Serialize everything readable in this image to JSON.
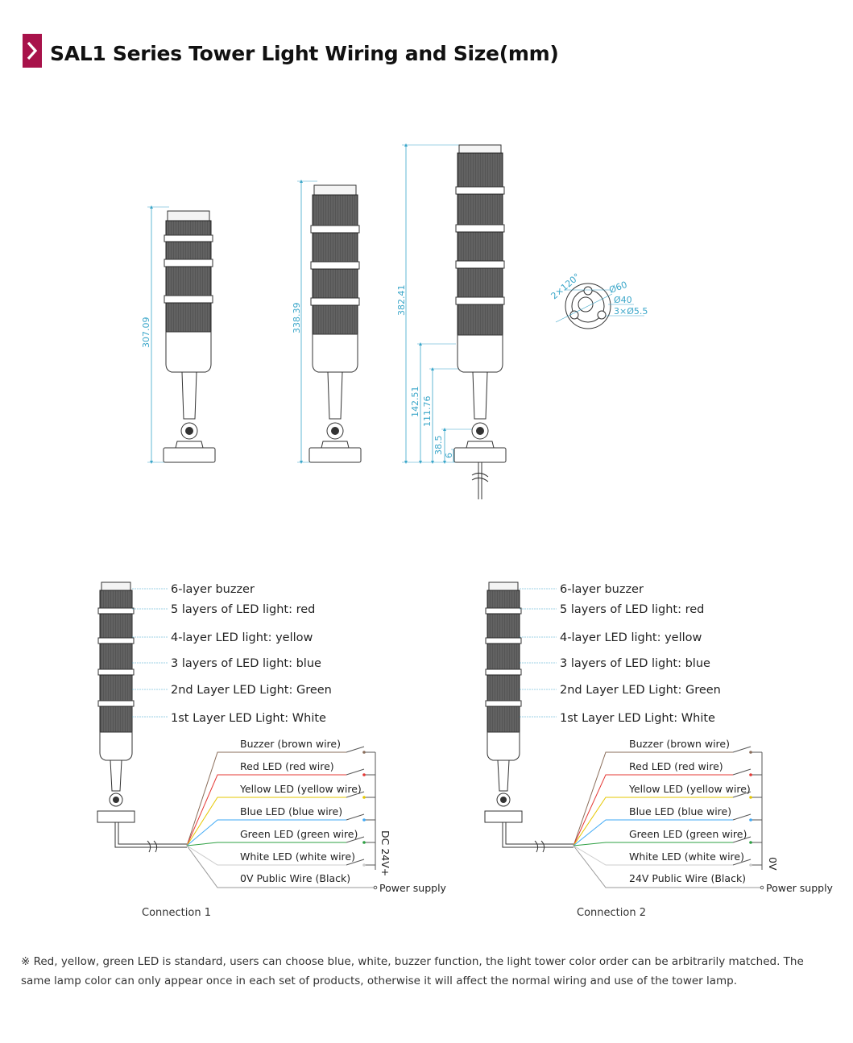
{
  "header": {
    "title": "SAL1 Series Tower Light Wiring and Size(mm)"
  },
  "colors": {
    "accent": "#a8124a",
    "dimension": "#3aa6c9",
    "red": "#e53935",
    "yellow": "#e6c700",
    "blue": "#3fa9f5",
    "green": "#2ea043",
    "brown": "#8a6d5a",
    "white_wire": "#cccccc"
  },
  "dimensions": {
    "tower_small_height": "307.09",
    "tower_mid_height": "338.39",
    "tower_large_height": "382.41",
    "base_dims": [
      "142.51",
      "111.76",
      "38.5",
      "6"
    ],
    "mount_labels": [
      "2×120°",
      "Ø60",
      "Ø40",
      "3×Ø5.5"
    ]
  },
  "diagrams": [
    {
      "caption": "Connection 1",
      "layers": [
        "6-layer buzzer",
        "5 layers of LED light: red",
        "4-layer LED light: yellow",
        "3 layers of LED light: blue",
        "2nd Layer LED Light: Green",
        "1st Layer LED Light: White"
      ],
      "wires": [
        "Buzzer (brown wire)",
        "Red LED (red wire)",
        "Yellow LED (yellow wire)",
        "Blue LED (blue wire)",
        "Green LED (green wire)",
        "White LED (white wire)",
        "0V Public Wire (Black)"
      ],
      "supply_label": "DC 24V+",
      "power_label": "Power supply"
    },
    {
      "caption": "Connection 2",
      "layers": [
        "6-layer buzzer",
        "5 layers of LED light: red",
        "4-layer LED light: yellow",
        "3 layers of LED light: blue",
        "2nd Layer LED Light: Green",
        "1st Layer LED Light: White"
      ],
      "wires": [
        "Buzzer (brown wire)",
        "Red LED (red wire)",
        "Yellow LED (yellow wire)",
        "Blue LED (blue wire)",
        "Green LED (green wire)",
        "White LED (white wire)",
        "24V Public Wire (Black)"
      ],
      "supply_label": "0V",
      "power_label": "Power supply"
    }
  ],
  "footer": {
    "note": "※ Red, yellow, green LED is standard, users can choose blue, white, buzzer function, the light tower color order can be arbitrarily matched. The same lamp color can only appear once in each set of products, otherwise it will affect the normal wiring and use of the tower lamp."
  }
}
